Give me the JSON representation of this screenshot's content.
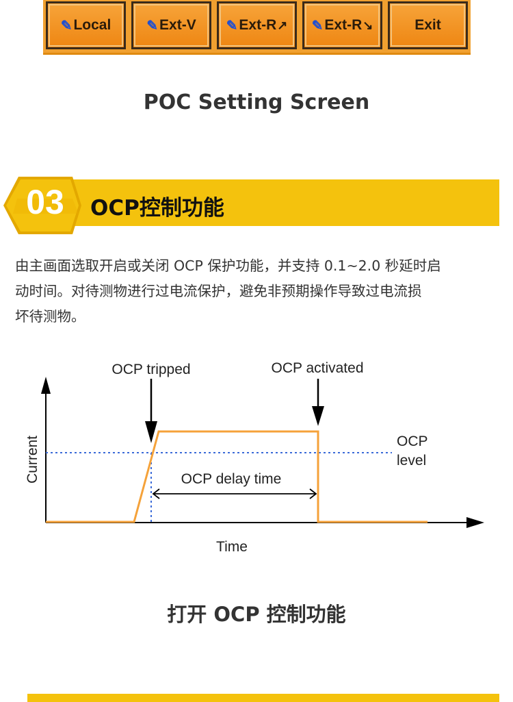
{
  "toolbar": {
    "buttons": [
      {
        "label": "Local",
        "icon": "pencil-icon",
        "suffix": ""
      },
      {
        "label": "Ext-V",
        "icon": "pencil-icon",
        "suffix": ""
      },
      {
        "label": "Ext-R",
        "icon": "pencil-icon",
        "suffix": "↗"
      },
      {
        "label": "Ext-R",
        "icon": "pencil-icon",
        "suffix": "↘"
      },
      {
        "label": "Exit",
        "icon": "",
        "suffix": ""
      }
    ]
  },
  "top_caption": "POC Setting Screen",
  "section": {
    "number": "03",
    "title": "OCP控制功能",
    "accent_color": "#f4c20d"
  },
  "paragraph": {
    "lines": [
      "由主画面选取开启或关闭 OCP 保护功能，并支持 0.1~2.0 秒延时启",
      "动时间。对待测物进行过电流保护，避免非预期操作导致过电流损",
      "坏待测物。"
    ]
  },
  "diagram": {
    "labels": {
      "tripped": "OCP tripped",
      "activated": "OCP activated",
      "level_line1": "OCP",
      "level_line2": "level",
      "delay": "OCP delay time",
      "y_axis": "Current",
      "x_axis": "Time"
    },
    "colors": {
      "current_trace": "#f5a23a",
      "level_line": "#3a6ad8",
      "axis": "#000000"
    }
  },
  "bottom_caption": "打开 OCP 控制功能"
}
